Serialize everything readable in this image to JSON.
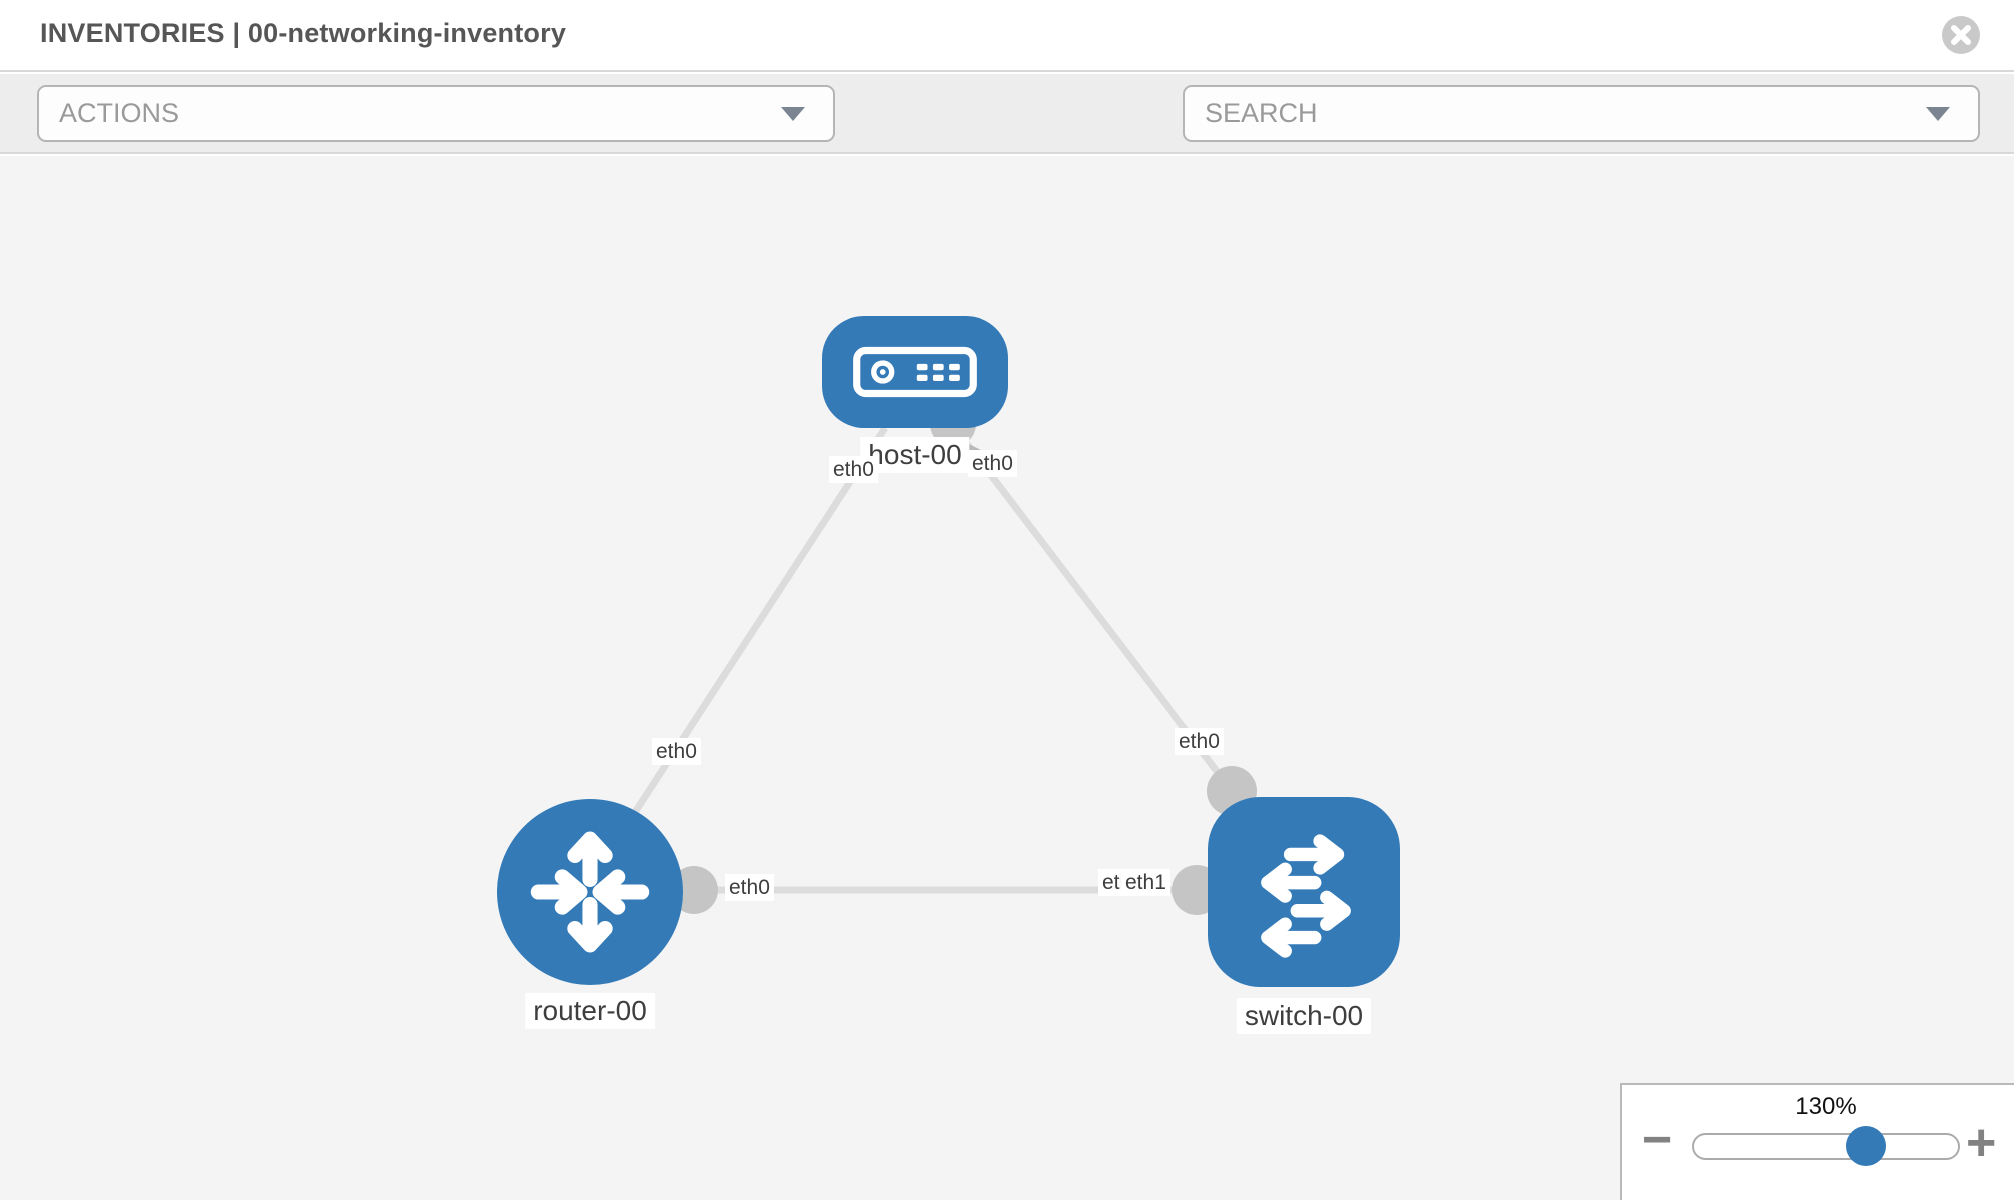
{
  "header": {
    "title": "INVENTORIES | 00-networking-inventory"
  },
  "toolbar": {
    "actions_label": "ACTIONS",
    "search_label": "SEARCH"
  },
  "icons": {
    "close": "x-in-circle",
    "wrench": "wrench",
    "key": "key",
    "actions_caret": "caret-down",
    "search_caret": "caret-down"
  },
  "colors": {
    "node_blue": "#337ab7",
    "link_gray": "#dcdcdc",
    "connector_gray": "#c5c5c5",
    "toolbar_bg": "#ededed",
    "canvas_bg": "#f4f4f4"
  },
  "diagram": {
    "nodes": [
      {
        "label": "host-00",
        "type": "host"
      },
      {
        "label": "router-00",
        "type": "router"
      },
      {
        "label": "switch-00",
        "type": "switch"
      }
    ],
    "links": [
      {
        "from": "host-00",
        "from_iface": "eth0",
        "to": "router-00",
        "to_iface": "eth0"
      },
      {
        "from": "host-00",
        "from_iface": "eth0",
        "to": "switch-00",
        "to_iface": "eth0"
      },
      {
        "from": "router-00",
        "from_iface": "eth0",
        "to": "switch-00",
        "to_iface": "eth1"
      }
    ],
    "iface_labels": [
      "eth0",
      "eth0",
      "eth0",
      "eth0",
      "eth0",
      "eth0",
      "eth1"
    ]
  },
  "zoom_control": {
    "value": "130%",
    "minus": "−",
    "plus": "+"
  }
}
